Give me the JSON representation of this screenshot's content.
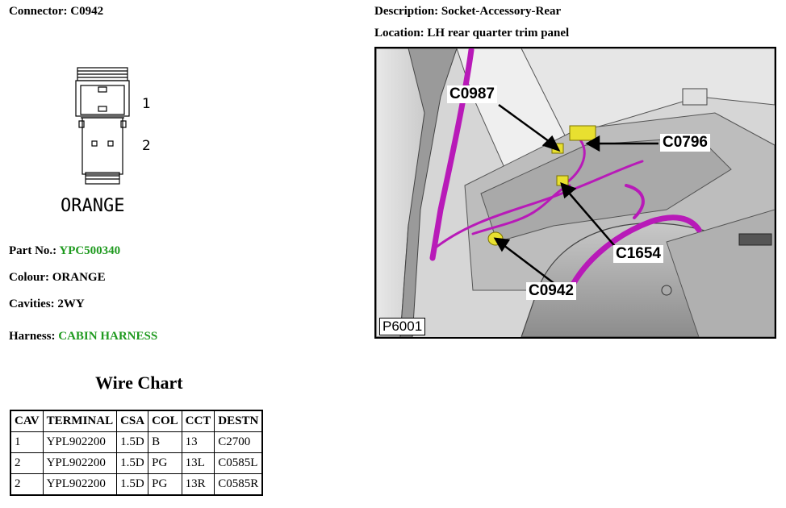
{
  "header": {
    "connector_label": "Connector: C0942",
    "description_label": "Description: Socket-Accessory-Rear",
    "location_label": "Location: LH rear quarter trim panel"
  },
  "connector_drawing": {
    "colour_text": "ORANGE",
    "pin_labels": [
      "1",
      "2"
    ]
  },
  "details": {
    "part_no_label": "Part No.:",
    "part_no_value": "YPC500340",
    "colour_label": "Colour:",
    "colour_value": "ORANGE",
    "cavities_label": "Cavities:",
    "cavities_value": "2WY",
    "harness_label": "Harness:",
    "harness_value": "CABIN HARNESS",
    "link_color": "#1f9a1f"
  },
  "wire_chart": {
    "title": "Wire Chart",
    "headers": [
      "CAV",
      "TERMINAL",
      "CSA",
      "COL",
      "CCT",
      "DESTN"
    ],
    "rows": [
      [
        "1",
        "YPL902200",
        "1.5D",
        "B",
        "13",
        "C2700"
      ],
      [
        "2",
        "YPL902200",
        "1.5D",
        "PG",
        "13L",
        "C0585L"
      ],
      [
        "2",
        "YPL902200",
        "1.5D",
        "PG",
        "13R",
        "C0585R"
      ]
    ]
  },
  "location_image": {
    "callouts": [
      "C0987",
      "C0796",
      "C1654",
      "C0942"
    ],
    "figure_code": "P6001",
    "harness_color": "#b81ab8",
    "connector_color": "#e8e030"
  }
}
